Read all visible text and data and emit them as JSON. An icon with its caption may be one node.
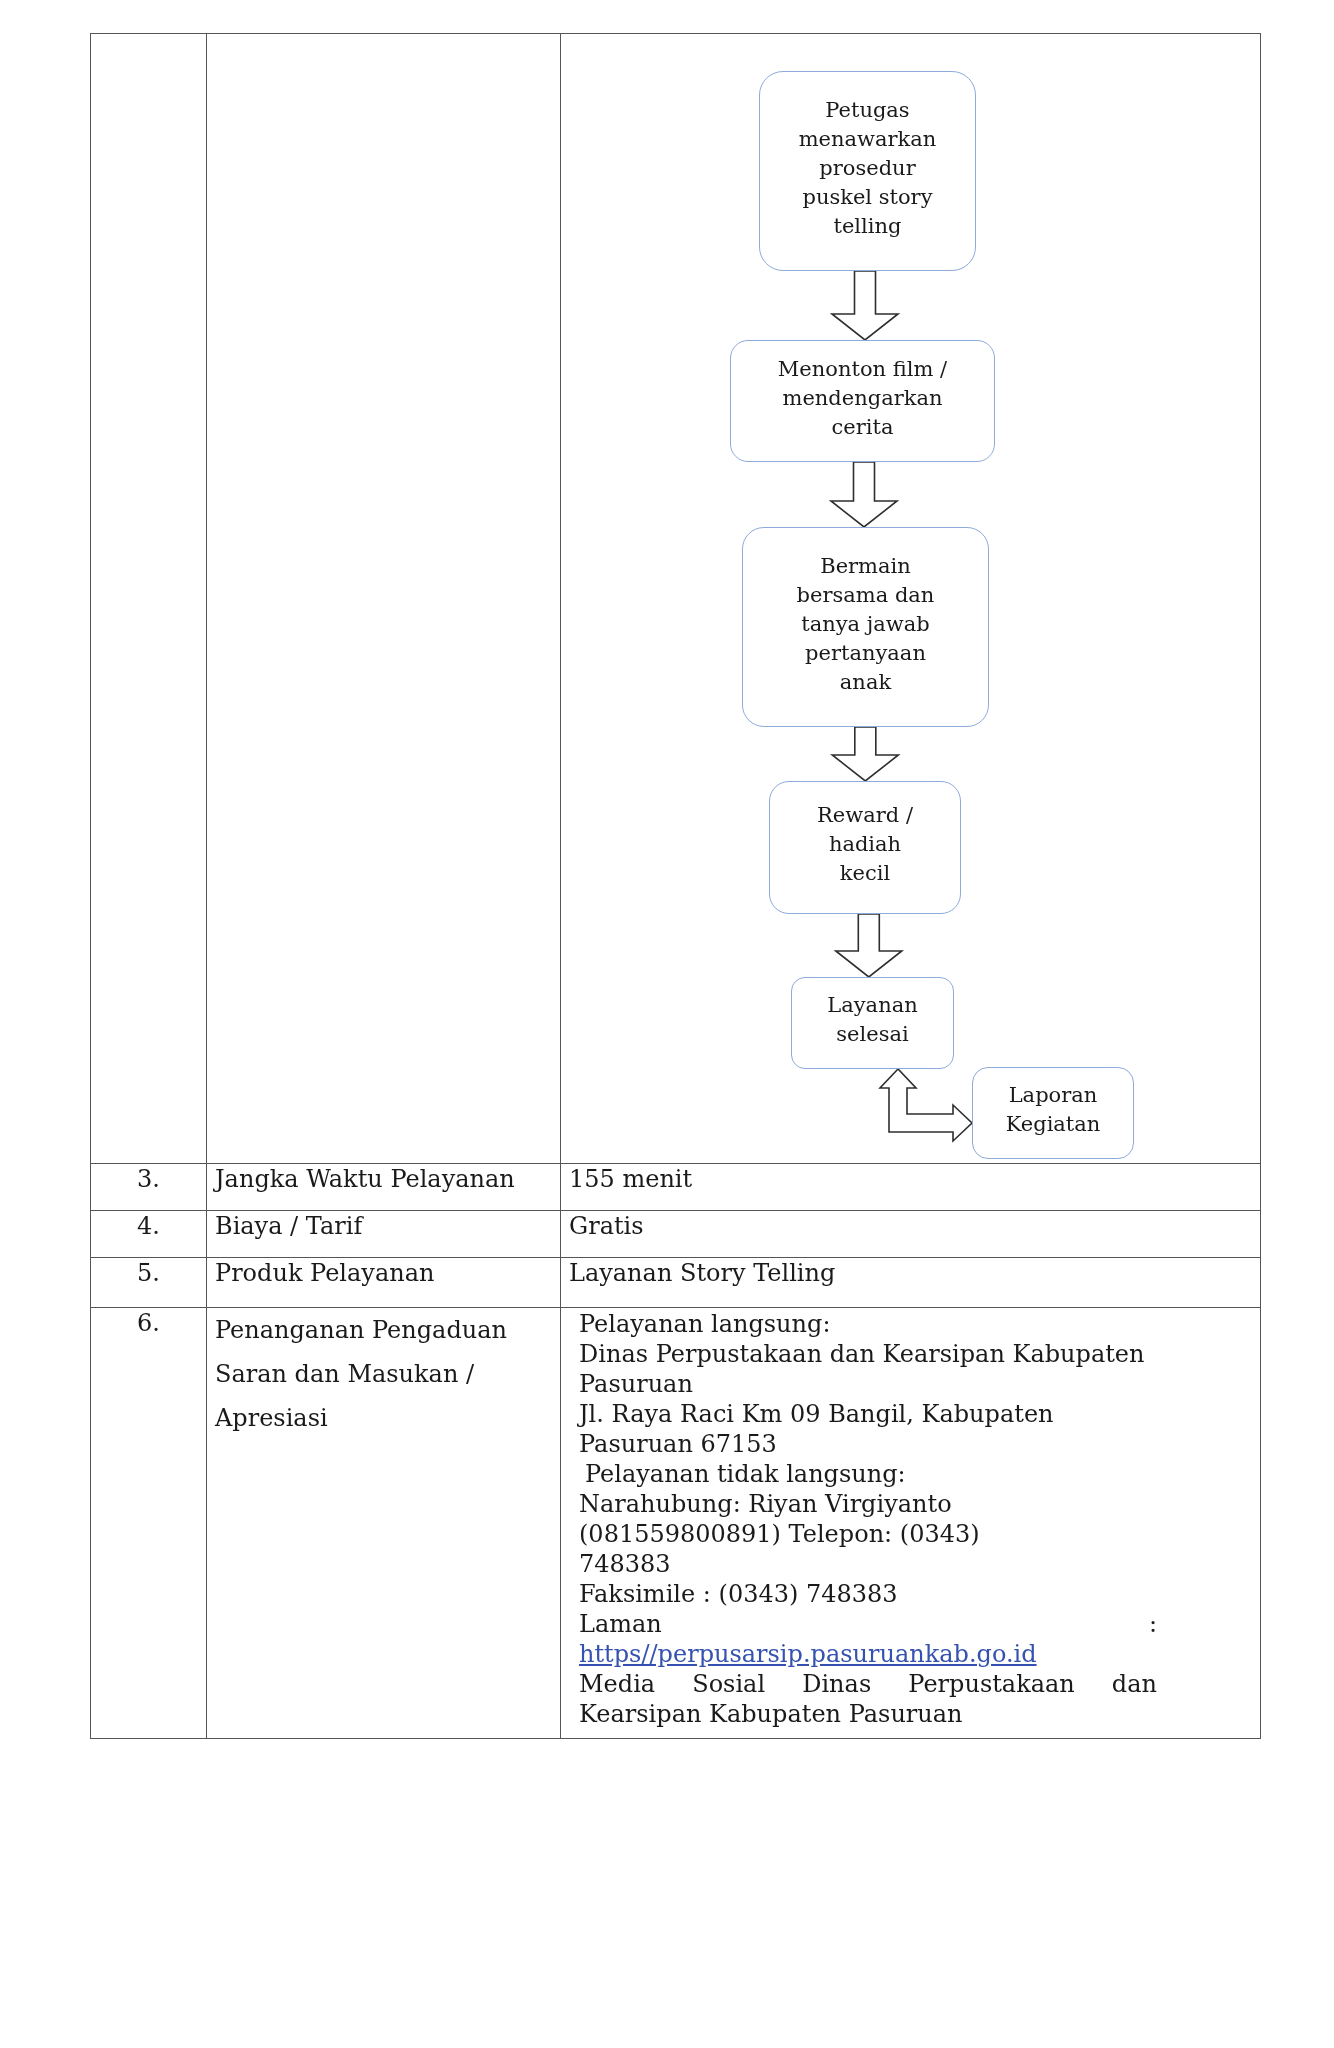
{
  "diagram": {
    "nodes": [
      {
        "text": [
          "Petugas menawarkan prosedur puskel story telling"
        ]
      },
      {
        "text": [
          "Menonton film / mendengarkan cerita"
        ]
      },
      {
        "text": [
          "Bermain bersama dan tanya jawab pertanyaan anak"
        ]
      },
      {
        "text": [
          "Reward / hadiah kecil"
        ]
      },
      {
        "text": [
          "Layanan selesai"
        ]
      },
      {
        "text": [
          "Laporan Kegiatan"
        ]
      }
    ],
    "edges": [
      {
        "from": 0,
        "to": 1,
        "arrow": "to"
      },
      {
        "from": 1,
        "to": 2,
        "arrow": "to"
      },
      {
        "from": 2,
        "to": 3,
        "arrow": "to"
      },
      {
        "from": 3,
        "to": 4,
        "arrow": "to"
      },
      {
        "from": 4,
        "to": 5,
        "arrow": "both"
      }
    ],
    "labels": [
      "3.",
      "Jangka Waktu Pelayanan",
      "155 menit",
      "4.",
      "Biaya / Tarif",
      "Gratis",
      "5.",
      "Produk Pelayanan",
      "Layanan Story Telling",
      "6.",
      "Penanganan Pengaduan Saran dan Masukan / Apresiasi",
      "Pelayanan langsung:",
      "Dinas Perpustakaan dan Kearsipan Kabupaten Pasuruan",
      "Jl. Raya Raci Km 09 Bangil, Kabupaten Pasuruan 67153",
      "Pelayanan tidak langsung:",
      "Narahubung: Riyan Virgiyanto (081559800891) Telepon: (0343) 748383",
      "Faksimile : (0343) 748383",
      "Laman :",
      "https//perpusarsip.pasuruankab.go.id",
      "Media Sosial Dinas Perpustakaan dan Kearsipan Kabupaten Pasuruan"
    ]
  }
}
